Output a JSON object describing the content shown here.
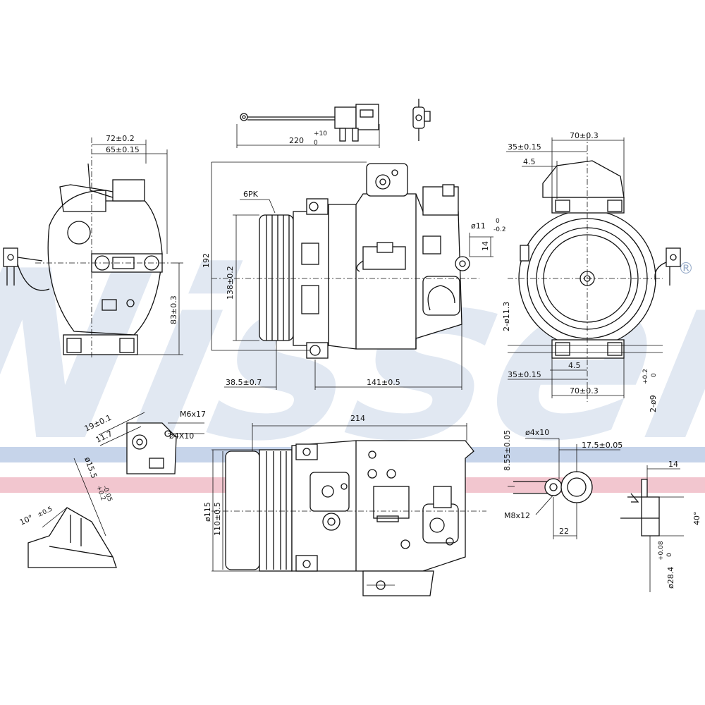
{
  "watermark": {
    "brand": "Nissens",
    "registered_mark": "®"
  },
  "colors": {
    "band_blue": "#c6d4ea",
    "band_red": "#f2c6cf",
    "watermark": "#c9d6e8",
    "line": "#111111"
  },
  "labels": {
    "wire_length": "220",
    "wire_tol": "+10",
    "wire_tol2": "0",
    "left_w1": "72±0.2",
    "left_w2": "65±0.15",
    "left_h": "83±0.3",
    "belt": "6PK",
    "overall_h": "192",
    "pulley_h": "138±0.2",
    "offset": "38.5±0.7",
    "body_len": "141±0.5",
    "hole_d": "ø11",
    "hole_tol_top": "0",
    "hole_tol_bot": "-0.2",
    "hole_gap": "14",
    "right_w_top": "70±0.3",
    "right_35_top": "35±0.15",
    "right_45_top": "4.5",
    "right_holes": "2-ø11.3",
    "right_45_bot": "4.5",
    "right_35_bot": "35±0.15",
    "right_w_bot": "70±0.3",
    "right_holes2": "2-ø9",
    "right_holes2_tol": "+0.2",
    "right_holes2_tol2": "0",
    "bracket_19": "19±0.1",
    "bracket_11": "11.7",
    "bracket_m6": "M6x17",
    "bracket_d4": "ø4X10",
    "fit_d": "ø15.5",
    "fit_tol": "+0.2",
    "fit_tol2": "-0.05",
    "fit_angle": "10°",
    "fit_angle_tol": "±0.5",
    "bottom_len": "214",
    "bottom_d115": "ø115",
    "bottom_110": "110±0.5",
    "port_855": "8.55±0.05",
    "port_d4": "ø4x10",
    "port_175": "17.5±0.05",
    "port_m8": "M8x12",
    "port_22": "22",
    "port_14": "14",
    "port_40": "40°",
    "port_d284": "ø28.4",
    "port_d284_tol": "+0.08",
    "port_d284_tol2": "0"
  }
}
